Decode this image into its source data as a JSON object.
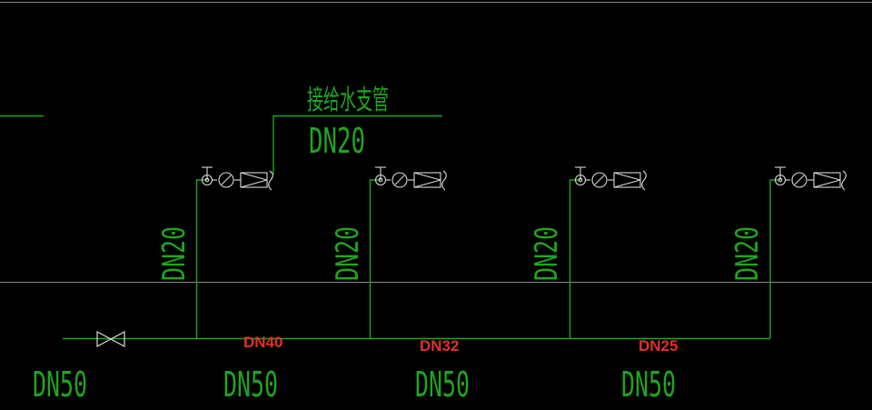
{
  "colors": {
    "background": "#000000",
    "pipe": "#1fa51f",
    "annotation": "#e0302a",
    "guide": "#8a8a8a"
  },
  "labels": {
    "branch_title": "接给水支管",
    "branch_size": "DN20",
    "riser_1": "DN20",
    "riser_2": "DN20",
    "riser_3": "DN20",
    "riser_4": "DN20",
    "main_size_1": "DN50",
    "main_size_2": "DN50",
    "main_size_3": "DN50",
    "main_size_4": "DN50",
    "segment_1": "DN40",
    "segment_2": "DN32",
    "segment_3": "DN25"
  },
  "icons": {
    "valve": "gate-valve-icon",
    "fixture": "meter-valve-assembly-icon"
  }
}
